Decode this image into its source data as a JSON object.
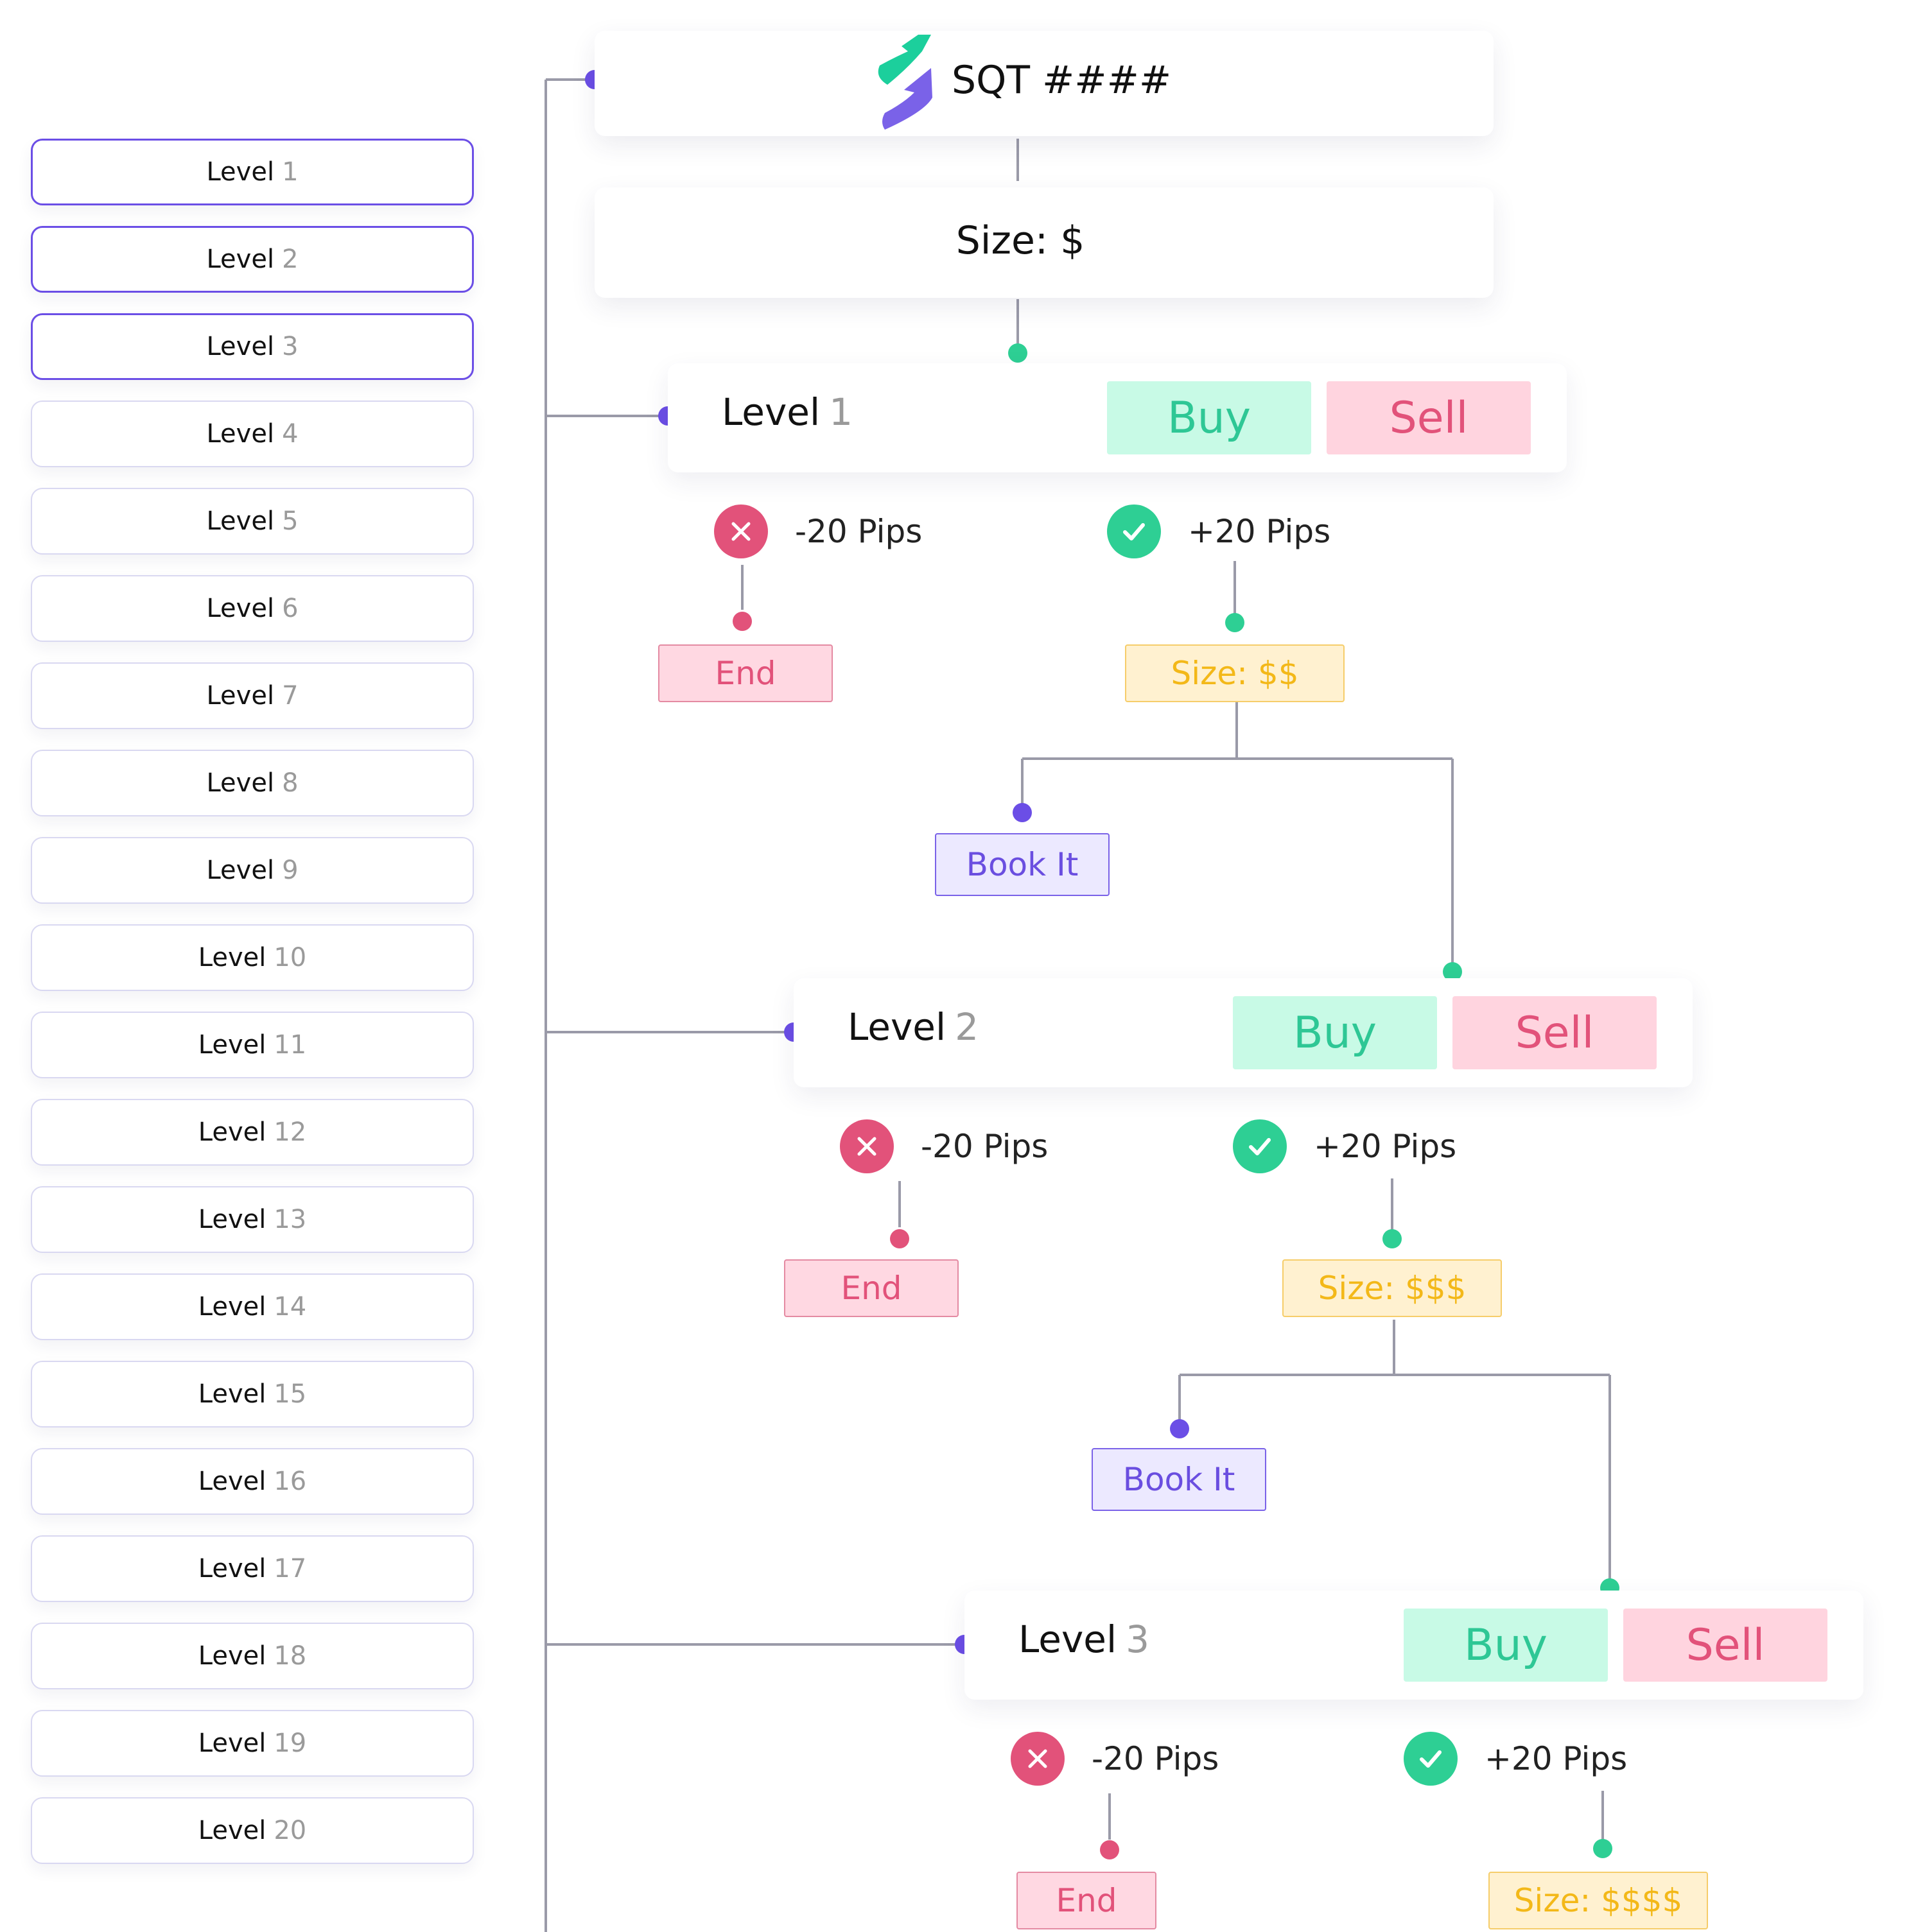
{
  "app": {
    "title": "SQT ####",
    "initial_size": "Size: $"
  },
  "sidebar": {
    "word": "Level",
    "items": [
      {
        "num": "1",
        "active": true
      },
      {
        "num": "2",
        "active": true
      },
      {
        "num": "3",
        "active": true
      },
      {
        "num": "4",
        "active": false
      },
      {
        "num": "5",
        "active": false
      },
      {
        "num": "6",
        "active": false
      },
      {
        "num": "7",
        "active": false
      },
      {
        "num": "8",
        "active": false
      },
      {
        "num": "9",
        "active": false
      },
      {
        "num": "10",
        "active": false
      },
      {
        "num": "11",
        "active": false
      },
      {
        "num": "12",
        "active": false
      },
      {
        "num": "13",
        "active": false
      },
      {
        "num": "14",
        "active": false
      },
      {
        "num": "15",
        "active": false
      },
      {
        "num": "16",
        "active": false
      },
      {
        "num": "17",
        "active": false
      },
      {
        "num": "18",
        "active": false
      },
      {
        "num": "19",
        "active": false
      },
      {
        "num": "20",
        "active": false
      }
    ]
  },
  "flow": {
    "levels": [
      {
        "word": "Level",
        "num": "1",
        "buy": "Buy",
        "sell": "Sell",
        "loss": "-20 Pips",
        "win": "+20 Pips",
        "end": "End",
        "size": "Size: $$",
        "book": "Book It"
      },
      {
        "word": "Level",
        "num": "2",
        "buy": "Buy",
        "sell": "Sell",
        "loss": "-20 Pips",
        "win": "+20 Pips",
        "end": "End",
        "size": "Size: $$$",
        "book": "Book It"
      },
      {
        "word": "Level",
        "num": "3",
        "buy": "Buy",
        "sell": "Sell",
        "loss": "-20 Pips",
        "win": "+20 Pips",
        "end": "End",
        "size": "Size: $$$$"
      }
    ]
  },
  "colors": {
    "purple": "#6b4ee6",
    "green": "#2ecf94",
    "pink": "#e2527a",
    "yellow": "#f3b818",
    "line": "#9a9aa8"
  },
  "icons": {
    "logo": "brand-logo-icon",
    "fail": "x-circle-icon",
    "success": "check-circle-icon"
  }
}
